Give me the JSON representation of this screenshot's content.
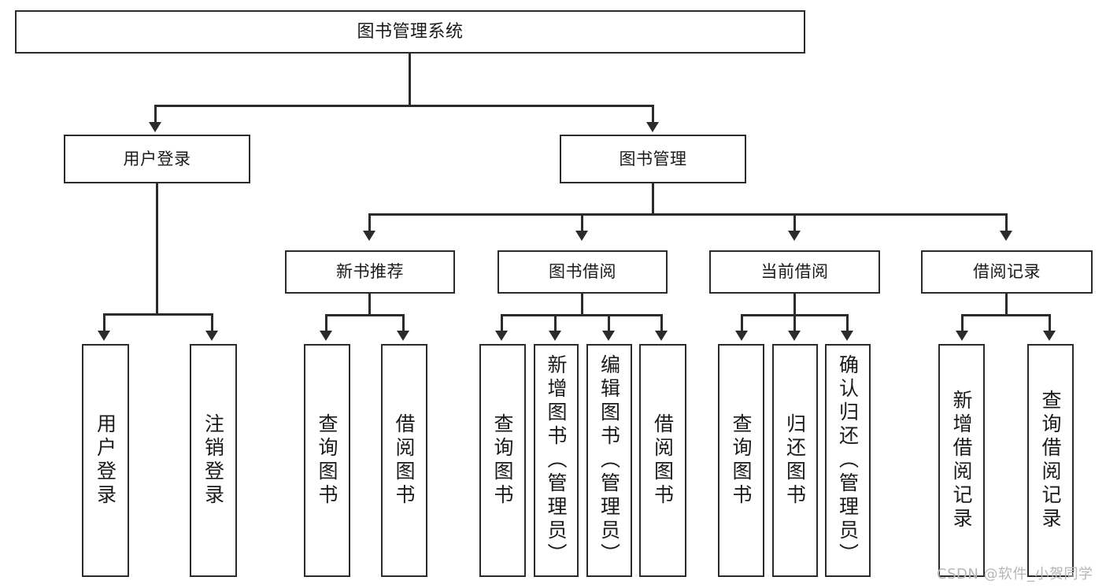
{
  "diagram": {
    "title": "图书管理系统",
    "type": "tree-hierarchy",
    "root": {
      "label": "图书管理系统"
    },
    "level2": [
      {
        "label": "用户登录"
      },
      {
        "label": "图书管理"
      }
    ],
    "level3": [
      {
        "label": "新书推荐"
      },
      {
        "label": "图书借阅"
      },
      {
        "label": "当前借阅"
      },
      {
        "label": "借阅记录"
      }
    ],
    "leaves": {
      "user_login": [
        {
          "label": "用户登录"
        },
        {
          "label": "注销登录"
        }
      ],
      "new_book_recommend": [
        {
          "label": "查询图书"
        },
        {
          "label": "借阅图书"
        }
      ],
      "book_borrow": [
        {
          "label": "查询图书"
        },
        {
          "label": "新增图书（管理员）"
        },
        {
          "label": "编辑图书（管理员）"
        },
        {
          "label": "借阅图书"
        }
      ],
      "current_borrow": [
        {
          "label": "查询图书"
        },
        {
          "label": "归还图书"
        },
        {
          "label": "确认归还（管理员）"
        }
      ],
      "borrow_record": [
        {
          "label": "新增借阅记录"
        },
        {
          "label": "查询借阅记录"
        }
      ]
    }
  },
  "watermark": {
    "text": "CSDN @软件_小贺同学"
  },
  "colors": {
    "stroke": "#2b2b2b",
    "fill": "#ffffff",
    "text": "#1a1a1a",
    "watermark": "#b6b6b6"
  }
}
